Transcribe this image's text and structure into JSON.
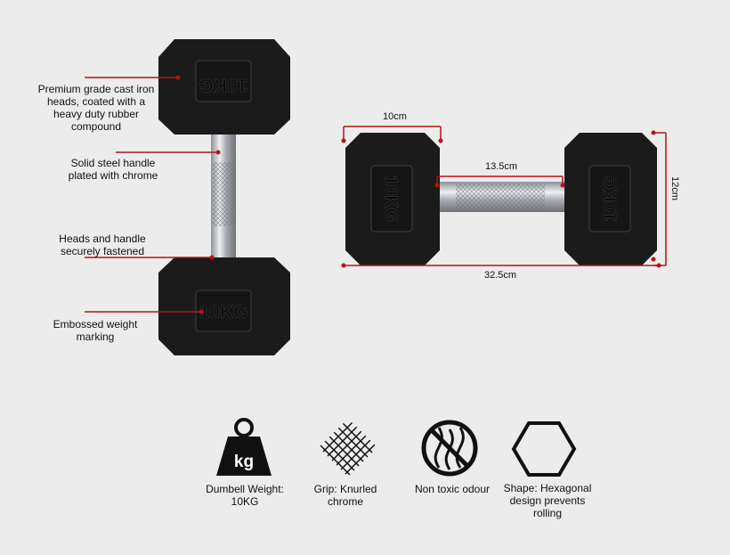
{
  "callouts": {
    "heads": "Premium grade cast iron heads, coated with a heavy duty rubber compound",
    "handle": "Solid steel handle plated with chrome",
    "fastened": "Heads and handle securely fastened",
    "marking": "Embossed weight marking"
  },
  "dumbbell": {
    "head_label": "10KG"
  },
  "dimensions": {
    "head_width": "10cm",
    "handle_length": "13.5cm",
    "total_length": "32.5cm",
    "head_height": "12cm"
  },
  "features": [
    {
      "icon": "weight-icon",
      "icon_text": "kg",
      "label": "Dumbell Weight: 10KG"
    },
    {
      "icon": "knurled-grip-icon",
      "label": "Grip: Knurled chrome"
    },
    {
      "icon": "no-odour-icon",
      "label": "Non toxic odour"
    },
    {
      "icon": "hexagon-icon",
      "label": "Shape: Hexagonal design prevents rolling"
    }
  ],
  "colors": {
    "accent": "#b5121b",
    "rubber": "#1a1a1a",
    "chrome": "#bfc3c7",
    "background": "#ececec"
  }
}
